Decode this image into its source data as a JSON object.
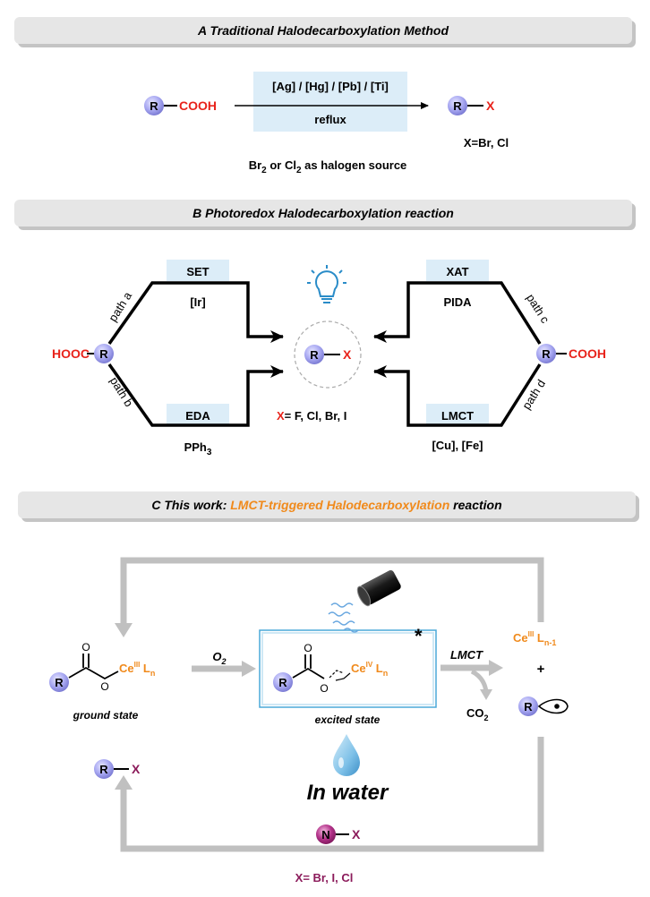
{
  "panel_a": {
    "title": "A Traditional Halodecarboxylation Method",
    "reactant_r": "R",
    "reactant_group": "COOH",
    "reagents_top": "[Ag] / [Hg] / [Pb] / [Ti]",
    "reagents_bottom": "reflux",
    "product_r": "R",
    "product_x": "X",
    "x_def": "X=Br, Cl",
    "halogen_source": "Br2 or Cl2 as halogen source"
  },
  "panel_b": {
    "title": "B Photoredox Halodecarboxylation reaction",
    "left_group": "HOOC",
    "left_r": "R",
    "path_a": "path a",
    "path_b": "path b",
    "path_c": "path c",
    "path_d": "path d",
    "set_label": "SET",
    "set_cat": "[Ir]",
    "eda_label": "EDA",
    "eda_cat": "PPh3",
    "xat_label": "XAT",
    "xat_cat": "PIDA",
    "lmct_label": "LMCT",
    "lmct_cat": "[Cu], [Fe]",
    "center_r": "R",
    "center_x": "X",
    "x_def_x": "X",
    "x_def_rest": "= F, Cl, Br, I",
    "right_r": "R",
    "right_group": "COOH"
  },
  "panel_c": {
    "title_prefix": "C This work: ",
    "title_highlight": "LMCT-triggered Halodecarboxylation",
    "title_suffix": " reaction",
    "ground_state": "ground state",
    "excited_state": "excited state",
    "o2_label": "O2",
    "lmct_label": "LMCT",
    "co2_label": "CO2",
    "ce3_l": "Ce",
    "ce3_ox": "III",
    "ce3_ln": "Ln",
    "ce4_ox": "IV",
    "ce3_ln1": "Ln-1",
    "plus": "+",
    "star": "*",
    "in_water": "In water",
    "r": "R",
    "o_label": "O",
    "product_x": "X",
    "n_label": "N",
    "nx_x": "X",
    "x_def": "X= Br, I, Cl"
  },
  "colors": {
    "banner": "#e6e6e6",
    "banner_shadow": "#c4c4c4",
    "red": "#e8231b",
    "orange": "#f08a1c",
    "maroon": "#8b1a5a",
    "r_ball": "#a7a7f2",
    "n_ball": "#b3338a",
    "cond_box": "#dcedf8",
    "excited_box": "#4aa8d8",
    "gray_arrow": "#c0c0c0"
  }
}
